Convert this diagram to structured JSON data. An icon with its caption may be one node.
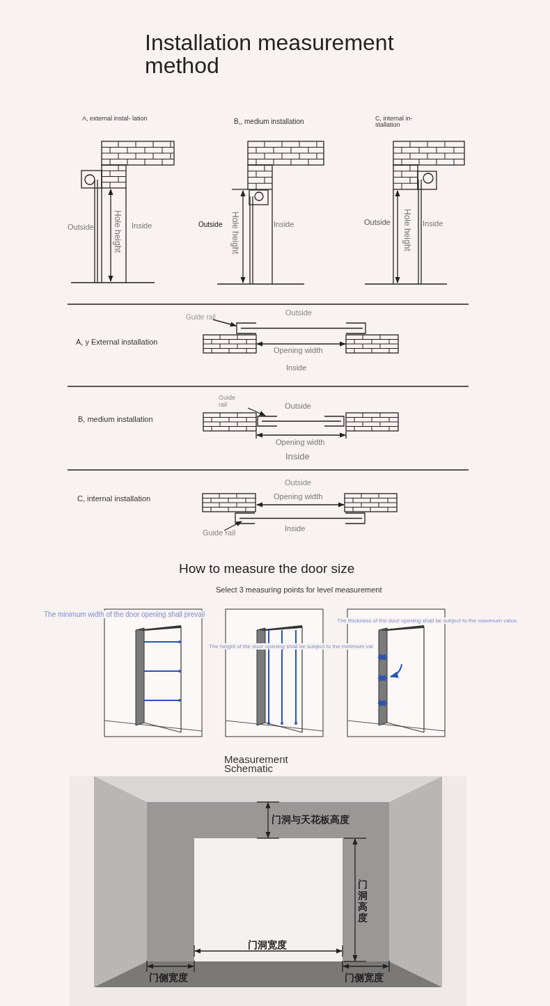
{
  "diagram": {
    "title": "Installation measurement method",
    "nodes": [
      {
        "text": [
          "Guide rail"
        ]
      },
      {
        "text": [],
        "shape": "bar"
      },
      {
        "text": [
          "Guide rail"
        ]
      },
      {
        "text": [],
        "shape": "bar"
      },
      {
        "text": [
          "Guide rail"
        ]
      },
      {
        "text": [],
        "shape": "bar"
      }
    ],
    "edges": [
      {
        "from": 0,
        "to": 1,
        "arrow": "to"
      },
      {
        "from": 2,
        "to": 3,
        "arrow": "to"
      },
      {
        "from": 4,
        "to": 5,
        "arrow": "to"
      }
    ],
    "labels": [
      "A, external instal- lation",
      "B,, medium installation",
      "C, internal in- stallation",
      "Outside",
      "Hole height",
      "Inside",
      "Outside",
      "Hole height",
      "Inside",
      "Outside",
      "Hole height",
      "Inside",
      "Outside",
      "A, y External installation",
      "Opening width",
      "Inside",
      "Outside",
      "B, medium installation",
      "Opening width",
      "Inside",
      "Outside",
      "C, internal installation",
      "Opening width",
      "Inside",
      "How to measure the door size",
      "Select 3 measuring points for level measurement",
      "The minimum width of the door opening shall prevail",
      "The height of the door opening shall be subject to the minimum val",
      "The thickness of the door opening shall be subject to the maximum value.",
      "Measurement Schematic",
      "门洞与天花板高度",
      "门洞高度",
      "门洞宽度",
      "门侧宽度",
      "门侧宽度"
    ]
  }
}
